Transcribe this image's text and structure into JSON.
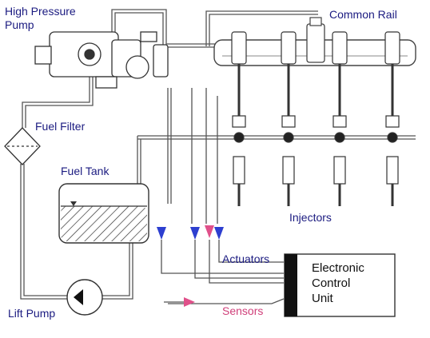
{
  "labels": {
    "high_pressure_pump": [
      "High Pressure",
      "Pump"
    ],
    "common_rail": "Common Rail",
    "fuel_filter": "Fuel Filter",
    "fuel_tank": "Fuel Tank",
    "injectors": "Injectors",
    "actuators": "Actuators",
    "sensors": "Sensors",
    "lift_pump": "Lift Pump",
    "ecu": [
      "Electronic",
      "Control",
      "Unit"
    ]
  },
  "colors": {
    "line": "#555555",
    "label_blue": "#1a1a80",
    "actuator_arrow": "#2d3fd0",
    "sensor_arrow": "#e0508a",
    "ecu_bar": "#111111"
  }
}
